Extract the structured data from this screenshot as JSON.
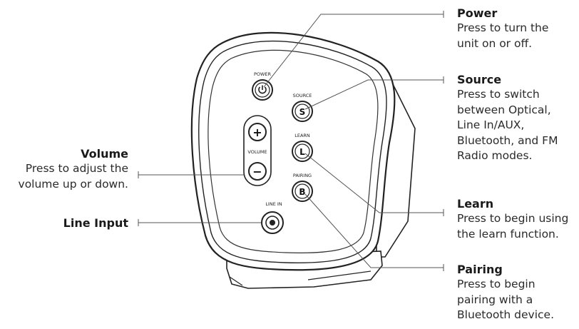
{
  "device_labels": {
    "power": "POWER",
    "source": "SOURCE",
    "learn": "LEARN",
    "pairing": "PAIRING",
    "volume": "VOLUME",
    "line_in": "LINE IN"
  },
  "button_glyphs": {
    "power": "power-icon",
    "source": "S",
    "learn": "L",
    "pairing": "B",
    "volume_up": "+",
    "volume_down": "−"
  },
  "callouts": {
    "power": {
      "title": "Power",
      "desc": "Press to turn the\nunit on or off."
    },
    "source": {
      "title": "Source",
      "desc": "Press to switch\nbetween Optical,\nLine In/AUX,\nBluetooth, and FM\nRadio modes."
    },
    "learn": {
      "title": "Learn",
      "desc": "Press to begin using\nthe learn function."
    },
    "pairing": {
      "title": "Pairing",
      "desc": "Press to begin\npairing with a\nBluetooth device."
    },
    "volume": {
      "title": "Volume",
      "desc": "Press to adjust the\nvolume up or down."
    },
    "line_input": {
      "title": "Line Input",
      "desc": ""
    }
  },
  "colors": {
    "line": "#555555",
    "text": "#1a1a1a",
    "outline": "#222222"
  }
}
